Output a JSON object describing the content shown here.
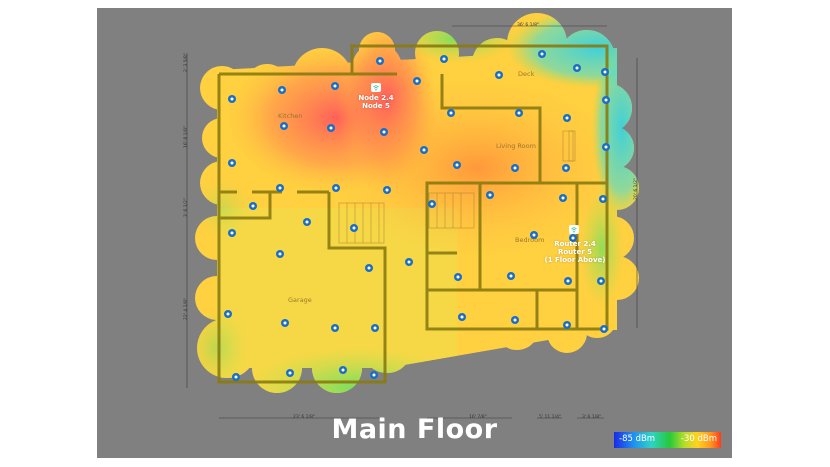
{
  "floor": {
    "title": "Main Floor"
  },
  "legend": {
    "min_label": "-85 dBm",
    "max_label": "-30 dBm",
    "gradient_colors": [
      "#1a2be8",
      "#1f8ff0",
      "#2fd3c6",
      "#26c93a",
      "#b8dd2a",
      "#ffd21e",
      "#ff9a1e",
      "#ff3b1e"
    ]
  },
  "rooms": [
    {
      "name": "Kitchen"
    },
    {
      "name": "Deck"
    },
    {
      "name": "Living Room"
    },
    {
      "name": "Bedroom"
    },
    {
      "name": "Garage"
    }
  ],
  "access_points": [
    {
      "icon": "wifi-icon",
      "line1": "Node 2.4",
      "line2": "Node 5",
      "line3": ""
    },
    {
      "icon": "wifi-icon",
      "line1": "Router 2.4",
      "line2": "Router 5",
      "line3": "(1 Floor Above)"
    }
  ],
  "dimensions": {
    "top": "36' 6 1/8\"",
    "bottom_left": "23' 6 1/8\"",
    "bottom_mid": "16' 7/8\"",
    "bottom_mid2": "5' 11 1/4\"",
    "bottom_right": "3' 6 1/8\"",
    "left_top": "2' 3 5/8\"",
    "left_upper": "16' 8 1/8\"",
    "left_mid": "3' 6 1/2\"",
    "left_lower": "22' 4 1/8\"",
    "right": "20' 6 1/2\""
  },
  "colors": {
    "background": "#808080",
    "wall": "#8a7a10",
    "survey_point": "#1a6fc4"
  },
  "survey_point_count": 55
}
